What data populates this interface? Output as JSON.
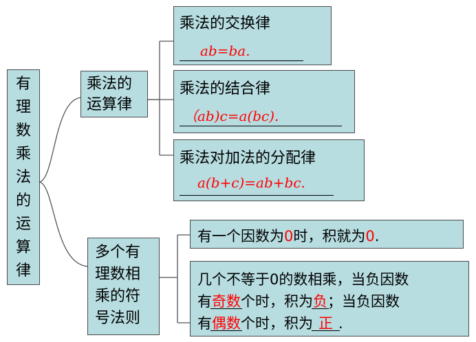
{
  "root": {
    "title": "有理数乘法的运算律"
  },
  "branch1": {
    "title_line1": "乘法的",
    "title_line2": "运算律",
    "items": [
      {
        "title": "乘法的交换律",
        "formula": "ab=ba."
      },
      {
        "title": "乘法的结合律",
        "formula": "（ab)c=a(bc)."
      },
      {
        "title": "乘法对加法的分配律",
        "formula": "a(b+c)=ab+bc."
      }
    ]
  },
  "branch2": {
    "title_lines": [
      "多个有",
      "理数相",
      "乘的符",
      "号法则"
    ],
    "rule1": {
      "text_before": "有一个因数为",
      "zero1": "0",
      "text_mid": "时，积就为",
      "zero2": "0",
      "text_end": "."
    },
    "rule2": {
      "line1": "几个不等于0的数相乘，当负因数",
      "line2_pre": "有",
      "blank_odd": "奇数",
      "line2_mid": "个时，积为",
      "blank_neg": "负",
      "line2_end": "；当负因数",
      "line3_pre": "有",
      "blank_even": "偶数",
      "line3_mid": "个时，积为",
      "blank_pos": "正",
      "line3_end": "."
    }
  },
  "colors": {
    "box_fill": "#b7dde1",
    "answer": "#ff0000",
    "connector": "#555555"
  }
}
